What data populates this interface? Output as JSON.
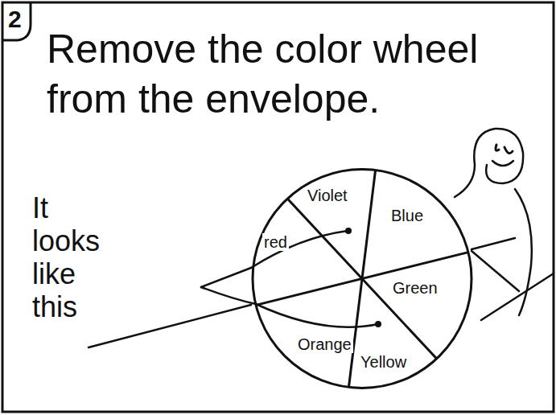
{
  "diagram": {
    "title": "Remove the color wheel from the envelope.",
    "nodes": [
      {
        "text": [
          "Violet",
          "Blue",
          "red",
          "Green",
          "Orange",
          "Yellow"
        ]
      }
    ],
    "labels": [
      "2",
      "It looks like this"
    ]
  }
}
